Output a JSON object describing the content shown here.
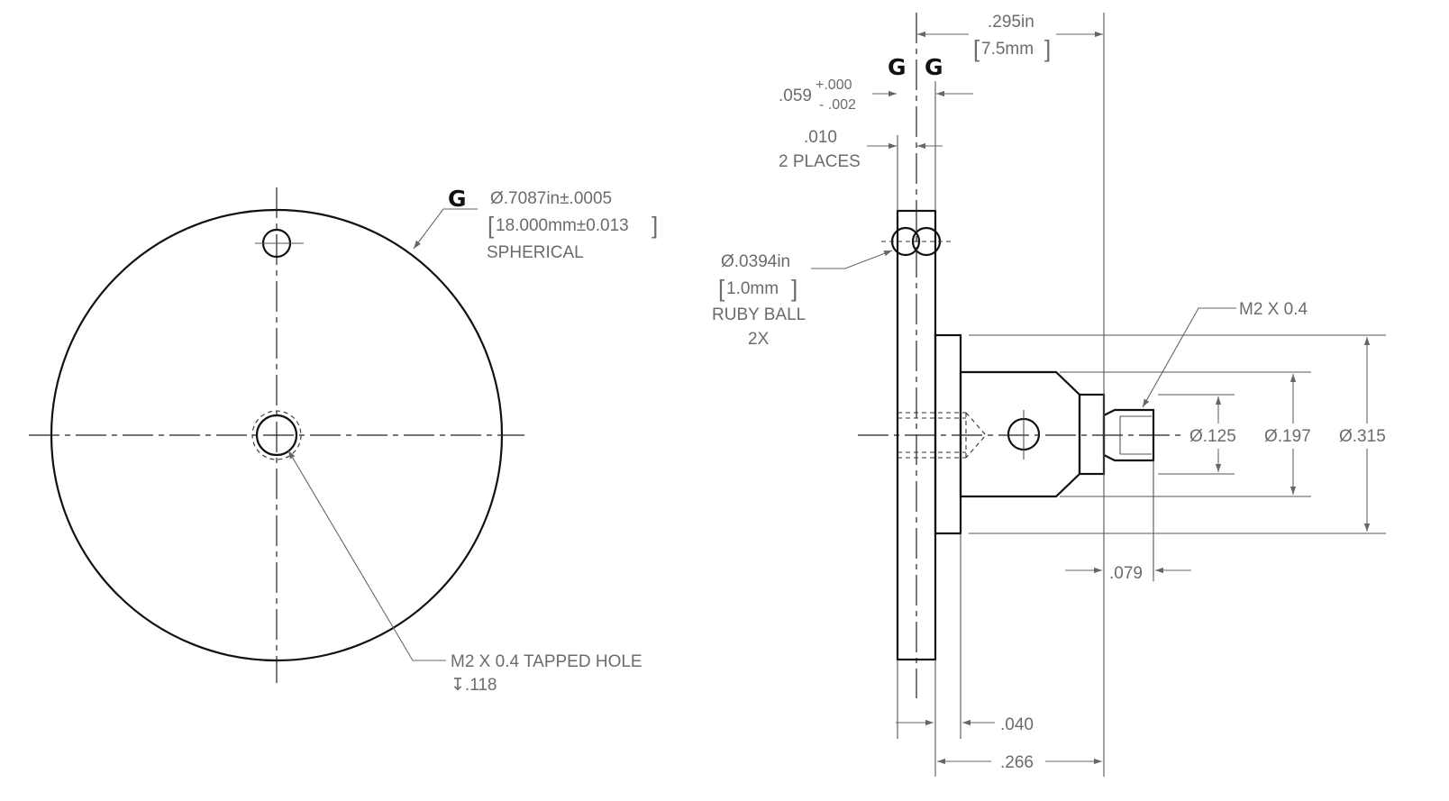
{
  "datum": {
    "letter": "G"
  },
  "front_view": {
    "dia_inch": "Ø.7087in±.0005",
    "dia_mm": "18.000mm±0.013",
    "surface": "SPHERICAL",
    "hole_callout": "M2 X 0.4 TAPPED HOLE",
    "hole_depth": "↧.118"
  },
  "side_view": {
    "width_in": ".295in",
    "width_mm": "7.5mm",
    "slot_width": ".059",
    "slot_tol_plus": "+.000",
    "slot_tol_minus": "- .002",
    "offset_value": ".010",
    "offset_note": "2 PLACES",
    "ball_dia_in": "Ø.0394in",
    "ball_dia_mm": "1.0mm",
    "ball_material": "RUBY BALL",
    "ball_qty": "2X",
    "thread_callout": "M2 X 0.4",
    "dia_125": "Ø.125",
    "dia_197": "Ø.197",
    "dia_315": "Ø.315",
    "len_079": ".079",
    "len_040": ".040",
    "len_266": ".266"
  }
}
